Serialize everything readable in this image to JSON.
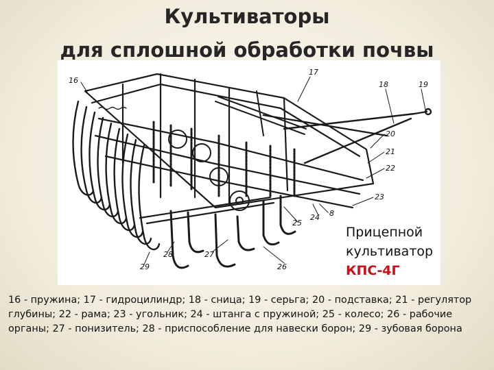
{
  "title": {
    "line1": "Культиваторы",
    "line2": "для сплошной обработки почвы"
  },
  "figure": {
    "callouts": [
      {
        "id": "c16",
        "text": "16"
      },
      {
        "id": "c17",
        "text": "17"
      },
      {
        "id": "c18",
        "text": "18"
      },
      {
        "id": "c19",
        "text": "19"
      },
      {
        "id": "c20",
        "text": "20"
      },
      {
        "id": "c21",
        "text": "21"
      },
      {
        "id": "c22",
        "text": "22"
      },
      {
        "id": "c23",
        "text": "23"
      },
      {
        "id": "c8",
        "text": "8"
      },
      {
        "id": "c24",
        "text": "24"
      },
      {
        "id": "c25",
        "text": "25"
      },
      {
        "id": "c26",
        "text": "26"
      },
      {
        "id": "c27",
        "text": "27"
      },
      {
        "id": "c28",
        "text": "28"
      },
      {
        "id": "c29",
        "text": "29"
      }
    ],
    "caption": {
      "line1": "Прицепной",
      "line2": "культиватор",
      "model": "КПС-4Г"
    },
    "colors": {
      "caption_model": "#c8101a",
      "drawing_ink": "#1a1a1a"
    }
  },
  "legend": {
    "text": "16 - пружина; 17 - гидроцилиндр; 18 - сница; 19 - серьга; 20 - подставка; 21 - регулятор глубины; 22 - рама; 23 - угольник; 24 - штанга с пружиной; 25 - колесо; 26 - рабочие органы; 27 - понизитель; 28 - приспособление для навески борон; 29 - зубовая борона"
  }
}
